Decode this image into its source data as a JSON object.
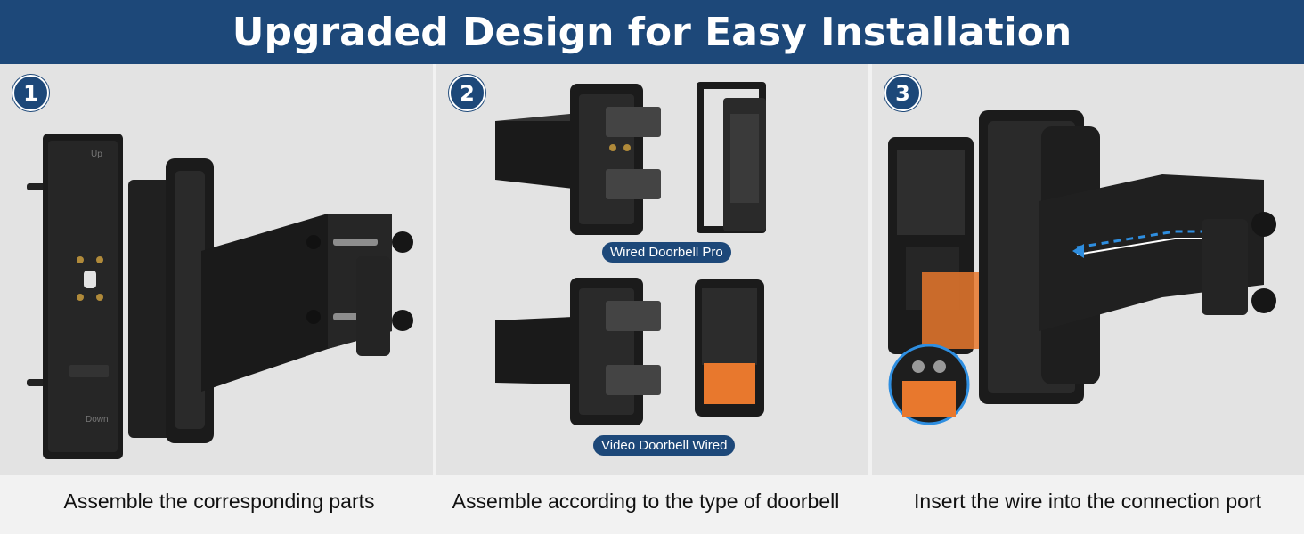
{
  "header": {
    "title": "Upgraded Design for Easy Installation"
  },
  "colors": {
    "banner": "#1d4879",
    "panel": "#e3e3e3",
    "part": "#1b1b1b",
    "label_orange": "#e8782d",
    "arrow_blue": "#2e8ee0"
  },
  "steps": [
    {
      "number": "1",
      "caption": "Assemble the corresponding parts"
    },
    {
      "number": "2",
      "caption": "Assemble according to the type of doorbell",
      "labels": [
        "Wired Doorbell Pro",
        "Video Doorbell Wired"
      ]
    },
    {
      "number": "3",
      "caption": "Insert the wire into the connection port"
    }
  ],
  "embossed": {
    "up": "Up",
    "down": "Down"
  }
}
